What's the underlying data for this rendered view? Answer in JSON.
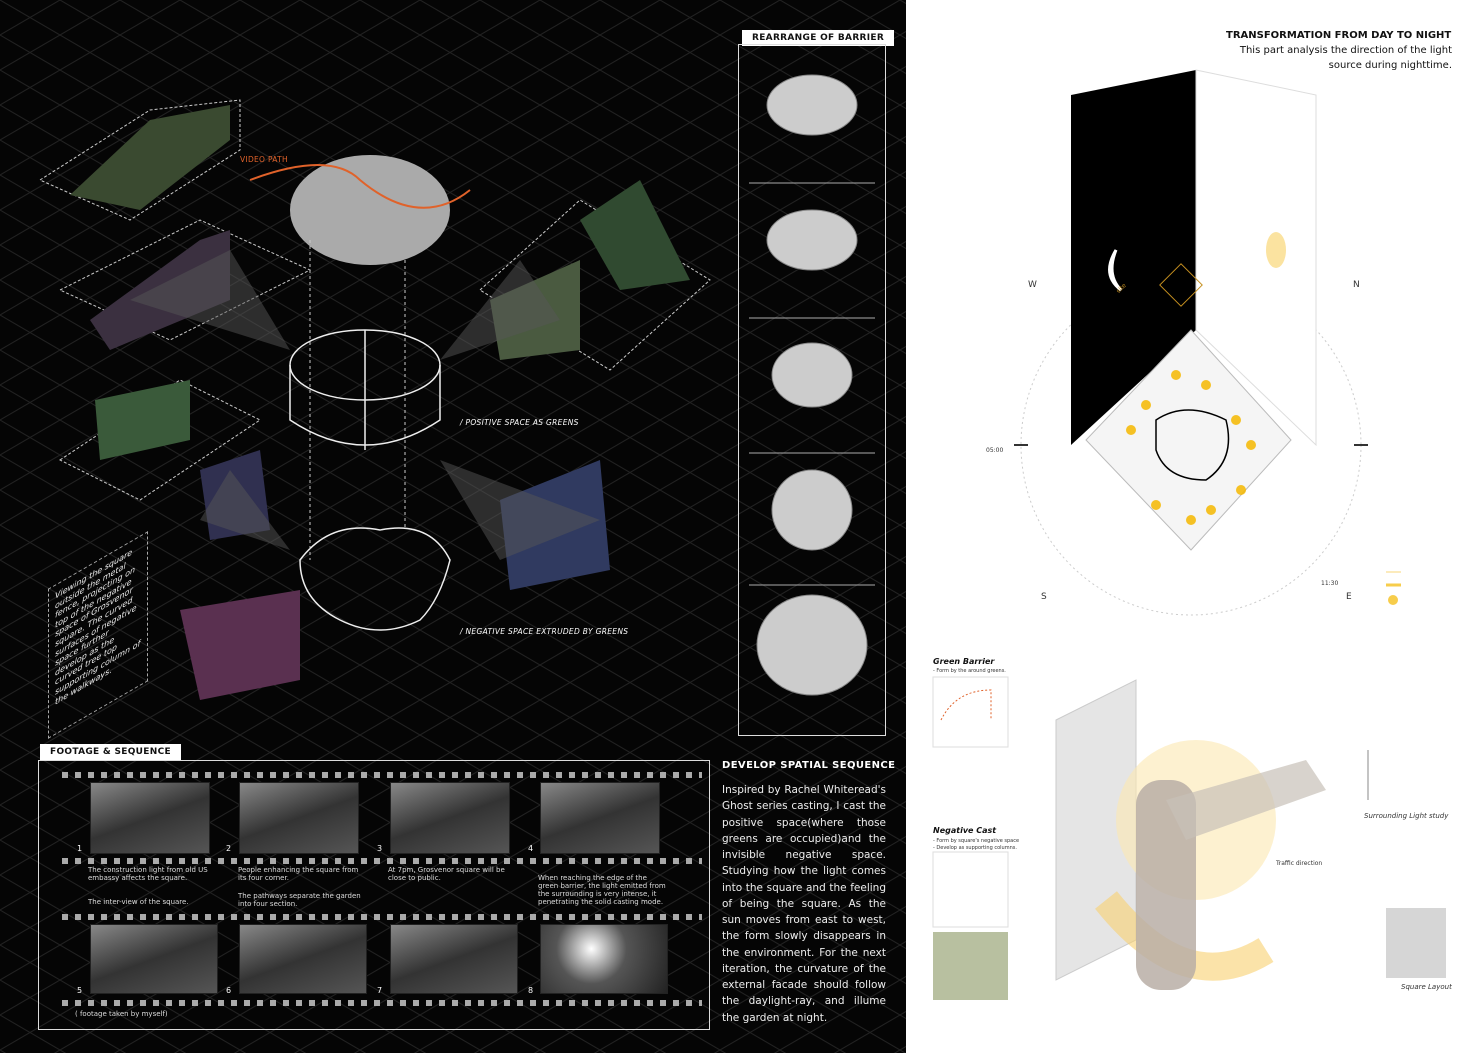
{
  "left_panel": {
    "video_path_label": "VIDEO PATH",
    "positive_label": "/ POSITIVE SPACE AS GREENS",
    "negative_label": "/ NEGATIVE SPACE EXTRUDED  BY GREENS",
    "side_note": "Viewing the square outside the metal fence, projecting on top of the negative space of Grosvenor square. The curved surfaces of negative space further develop as the curved tree top supporting column of the walkways."
  },
  "rearrange": {
    "title": "REARRANGE OF BARRIER",
    "steps": 5
  },
  "footage": {
    "title": "FOOTAGE & SEQUENCE",
    "frames": [
      {
        "num": "1",
        "caption": "The construction light from old US embassy affects the square.",
        "caption2": "The inter-view of the square."
      },
      {
        "num": "2",
        "caption": "People enhancing the square from its four corner.",
        "caption2": "The pathways separate the garden into four section."
      },
      {
        "num": "3",
        "caption": "At 7pm, Grosvenor square will be close to public.",
        "caption2": ""
      },
      {
        "num": "4",
        "caption": "When reaching the edge of the green barrier, the light emitted from the surrounding is very intense, it penetrating the solid casting mode.",
        "caption2": ""
      },
      {
        "num": "5"
      },
      {
        "num": "6"
      },
      {
        "num": "7"
      },
      {
        "num": "8"
      }
    ],
    "credit": "( footage taken by myself)"
  },
  "sequence": {
    "title": "DEVELOP SPATIAL SEQUENCE",
    "body": "Inspired by Rachel Whiteread's Ghost series casting, I cast the positive space(where those greens are occupied)and the invisible negative space. Studying how the light comes into the square and the feeling of being the square. As the sun moves from east to west, the form slowly disappears in the environment. For the next iteration, the curvature of the external facade should follow the daylight-ray, and illume the garden at night."
  },
  "right_panel": {
    "title": "TRANSFORMATION FROM DAY TO NIGHT",
    "subtitle": "This part analysis the direction of the light source during nighttime.",
    "site_label": "site",
    "compass": {
      "w": "W",
      "n": "N",
      "s": "S",
      "e": "E",
      "time_left": "05:00",
      "time_right": "11:30"
    },
    "green_barrier": {
      "title": "Green Barrier",
      "note": "- Form by the around greens."
    },
    "negative_cast": {
      "title": "Negative Cast",
      "note1": "- Form by square's negative space",
      "note2": "- Develop as supporting columns."
    },
    "traffic_label": "Traffic direction",
    "surrounding_label": "Surrounding Light study",
    "square_layout_label": "Square Layout",
    "colors": {
      "light": "#f5b800",
      "accent": "#e0622a"
    }
  }
}
